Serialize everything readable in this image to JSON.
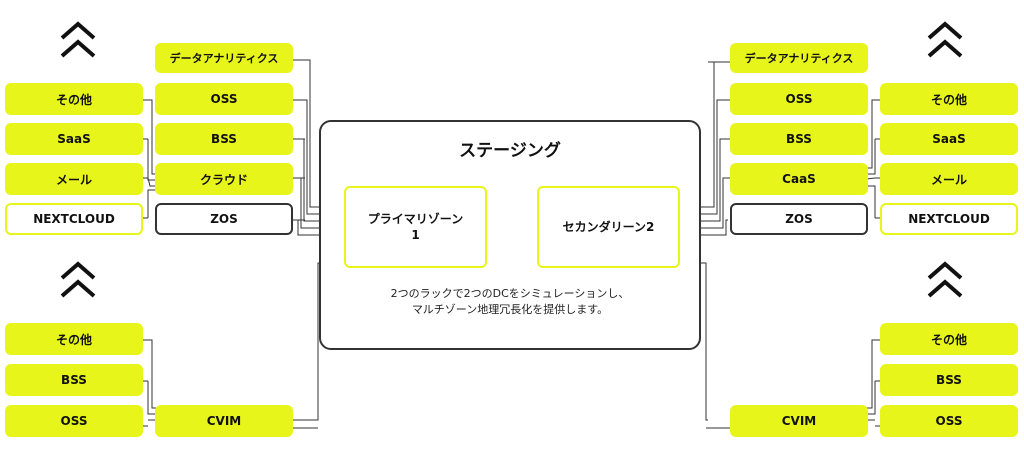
{
  "colors": {
    "accent": "#e7f51a",
    "line": "#333333"
  },
  "icons": {
    "chevron": "double-chevron-up-icon"
  },
  "staging": {
    "title": "ステージング",
    "primary_zone": "プライマリゾーン1",
    "secondary_zone": "セカンダリーン2",
    "note_line1": "2つのラックで2つのDCをシミュレーションし、",
    "note_line2": "マルチゾーン地理冗長化を提供します。"
  },
  "left": {
    "top_services": [
      "データアナリティクス",
      "OSS",
      "BSS",
      "クラウド"
    ],
    "zos": "ZOS",
    "top_apps": [
      "その他",
      "SaaS",
      "メール",
      "NEXTCLOUD"
    ],
    "bottom_apps": [
      "その他",
      "BSS",
      "OSS"
    ],
    "cvim": "CVIM"
  },
  "right": {
    "top_services": [
      "データアナリティクス",
      "OSS",
      "BSS",
      "CaaS"
    ],
    "zos": "ZOS",
    "top_apps": [
      "その他",
      "SaaS",
      "メール",
      "NEXTCLOUD"
    ],
    "bottom_apps": [
      "その他",
      "BSS",
      "OSS"
    ],
    "cvim": "CVIM"
  }
}
